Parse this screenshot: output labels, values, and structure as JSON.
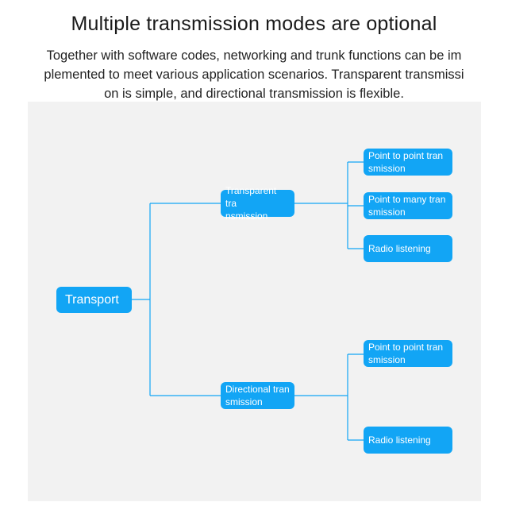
{
  "header": {
    "title": "Multiple transmission modes are optional",
    "description_lines": [
      "Together with software codes, networking and trunk functions can be im",
      "plemented to meet various application scenarios. Transparent transmissi",
      "on is simple, and directional transmission is flexible."
    ]
  },
  "diagram": {
    "root": {
      "label": "Transport"
    },
    "branches": [
      {
        "label_lines": [
          "Transparent tra",
          "nsmission"
        ],
        "children": [
          {
            "label_lines": [
              "Point to point tran",
              "smission"
            ]
          },
          {
            "label_lines": [
              "Point to many tran",
              "smission"
            ]
          },
          {
            "label_lines": [
              "Radio listening"
            ]
          }
        ]
      },
      {
        "label_lines": [
          "Directional tran",
          "smission"
        ],
        "children": [
          {
            "label_lines": [
              "Point to point tran",
              "smission"
            ]
          },
          {
            "label_lines": [
              "Radio listening"
            ]
          }
        ]
      }
    ],
    "colors": {
      "node_fill": "#12a5f5",
      "node_text": "#ffffff",
      "connector": "#12a5f5",
      "panel_background": "#f2f2f2"
    }
  }
}
